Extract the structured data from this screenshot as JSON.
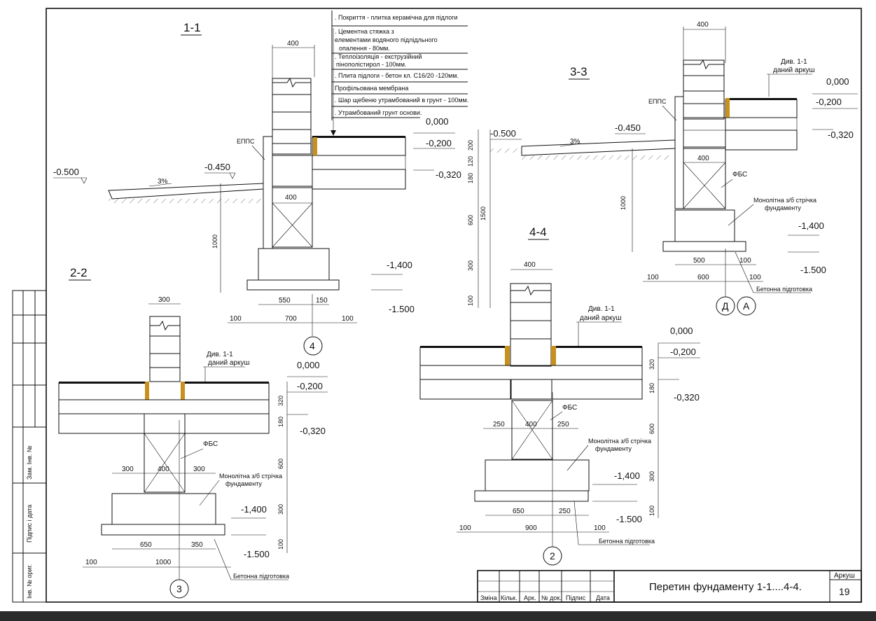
{
  "legend": {
    "layers": [
      ". Покриття - плитка керамічна для підлоги",
      ". Цементна стяжка з",
      "елементами водяного підлідльного",
      "опалення - 80мм.",
      ". Теплоізоляція - екструзійний",
      "пінополістирол - 100мм.",
      ". Плита підлоги - бетон кл. С16/20 -120мм.",
      "Профільована мембрана",
      ". Шар щебеню утрамбований в грунт - 100мм.",
      ". Утрамбований грунт основи."
    ]
  },
  "s11": {
    "title": "1-1",
    "w400": "400",
    "epps": "ЕППС",
    "l0500": "-0.500",
    "l0450": "-0.450",
    "slope": "3%",
    "l0000": "0,000",
    "l0200": "-0,200",
    "l0320": "-0,320",
    "d200": "200",
    "d120": "120",
    "d180": "180",
    "d600": "600",
    "d1500": "1500",
    "d300": "300",
    "d100": "100",
    "d1000": "1000",
    "wfbs": "400",
    "l1400": "-1,400",
    "l1500": "-1.500",
    "d550": "550",
    "d150": "150",
    "d100a": "100",
    "d700": "700",
    "d100b": "100",
    "axis": "4"
  },
  "s22": {
    "title": "2-2",
    "w300": "300",
    "ref1": "Див. 1-1",
    "ref2": "даний аркуш",
    "l0000": "0,000",
    "l0200": "-0,200",
    "l0320": "-0,320",
    "d320": "320",
    "d180": "180",
    "fbs": "ФБС",
    "d300a": "300",
    "d400": "400",
    "d300b": "300",
    "d600": "600",
    "mono1": "Монолітна з/б  стрічка",
    "mono2": "фундаменту",
    "l1400": "-1,400",
    "l1500": "-1.500",
    "d300v": "300",
    "d100v": "100",
    "d650": "650",
    "d350": "350",
    "d100": "100",
    "d1000": "1000",
    "bet": "Бетонна підготовка",
    "axis": "3"
  },
  "s33": {
    "title": "3-3",
    "w400": "400",
    "ref1": "Див. 1-1",
    "ref2": "даний аркуш",
    "epps": "ЕППС",
    "l0500": "-0.500",
    "l0450": "-0.450",
    "slope": "3%",
    "l0000": "0,000",
    "l0200": "-0,200",
    "l0320": "-0,320",
    "wfbs": "400",
    "fbs": "ФБС",
    "d1000": "1000",
    "mono1": "Монолітна з/б  стрічка",
    "mono2": "фундаменту",
    "l1400": "-1,400",
    "l1500": "-1.500",
    "d500": "500",
    "d100a": "100",
    "d100l": "100",
    "d600": "600",
    "d100r": "100",
    "bet": "Бетонна підготовка",
    "axisD": "Д",
    "axisA": "А"
  },
  "s44": {
    "title": "4-4",
    "w400": "400",
    "ref1": "Див. 1-1",
    "ref2": "даний аркуш",
    "l0000": "0,000",
    "l0200": "-0,200",
    "l0320": "-0,320",
    "d320": "320",
    "d180": "180",
    "fbs": "ФБС",
    "d250a": "250",
    "d400": "400",
    "d250b": "250",
    "d600": "600",
    "mono1": "Монолітна з/б  стрічка",
    "mono2": "фундаменту",
    "l1400": "-1,400",
    "l1500": "-1.500",
    "d300v": "300",
    "d100v": "100",
    "d650": "650",
    "d250": "250",
    "d100l": "100",
    "d900": "900",
    "d100r": "100",
    "bet": "Бетонна підготовка",
    "axis": "2"
  },
  "stamp": {
    "col_zmina": "Зміна",
    "col_kilk": "Кільк.",
    "col_ark": "Арк.",
    "col_dok": "№ док.",
    "col_pidpys": "Підпис",
    "col_data": "Дата",
    "title": "Перетин фундаменту 1-1....4-4.",
    "sheet_label": "Аркуш",
    "sheet_no": "19"
  },
  "side_stamp": {
    "zam": "Зам. Інв. №",
    "pidpys": "Підпис і дата",
    "inv": "Інв. № ориг."
  },
  "colors": {
    "paper": "#ffffff",
    "frame": "#1c1c1c",
    "hatch": "#b08a4a",
    "gravel": "#d9a93b",
    "insul": "#c8901c"
  }
}
